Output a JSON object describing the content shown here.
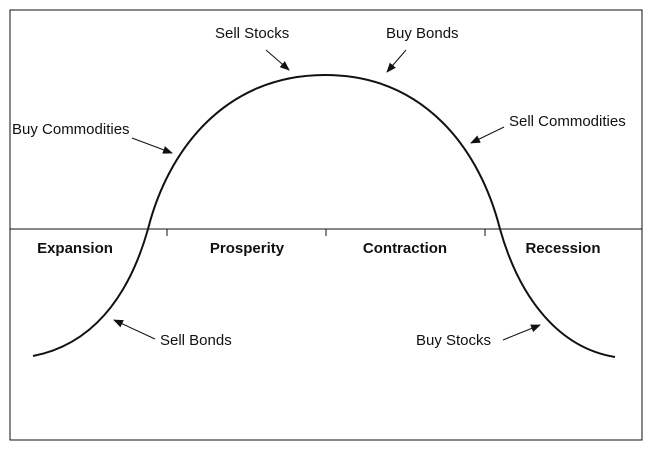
{
  "colors": {
    "ink": "#111111",
    "background": "#ffffff"
  },
  "phases": [
    {
      "key": "expansion",
      "label": "Expansion"
    },
    {
      "key": "prosperity",
      "label": "Prosperity"
    },
    {
      "key": "contraction",
      "label": "Contraction"
    },
    {
      "key": "recession",
      "label": "Recession"
    }
  ],
  "annotations": {
    "sell_stocks": "Sell Stocks",
    "buy_bonds": "Buy Bonds",
    "buy_commodities": "Buy Commodities",
    "sell_commodities": "Sell Commodities",
    "sell_bonds": "Sell Bonds",
    "buy_stocks": "Buy Stocks"
  }
}
